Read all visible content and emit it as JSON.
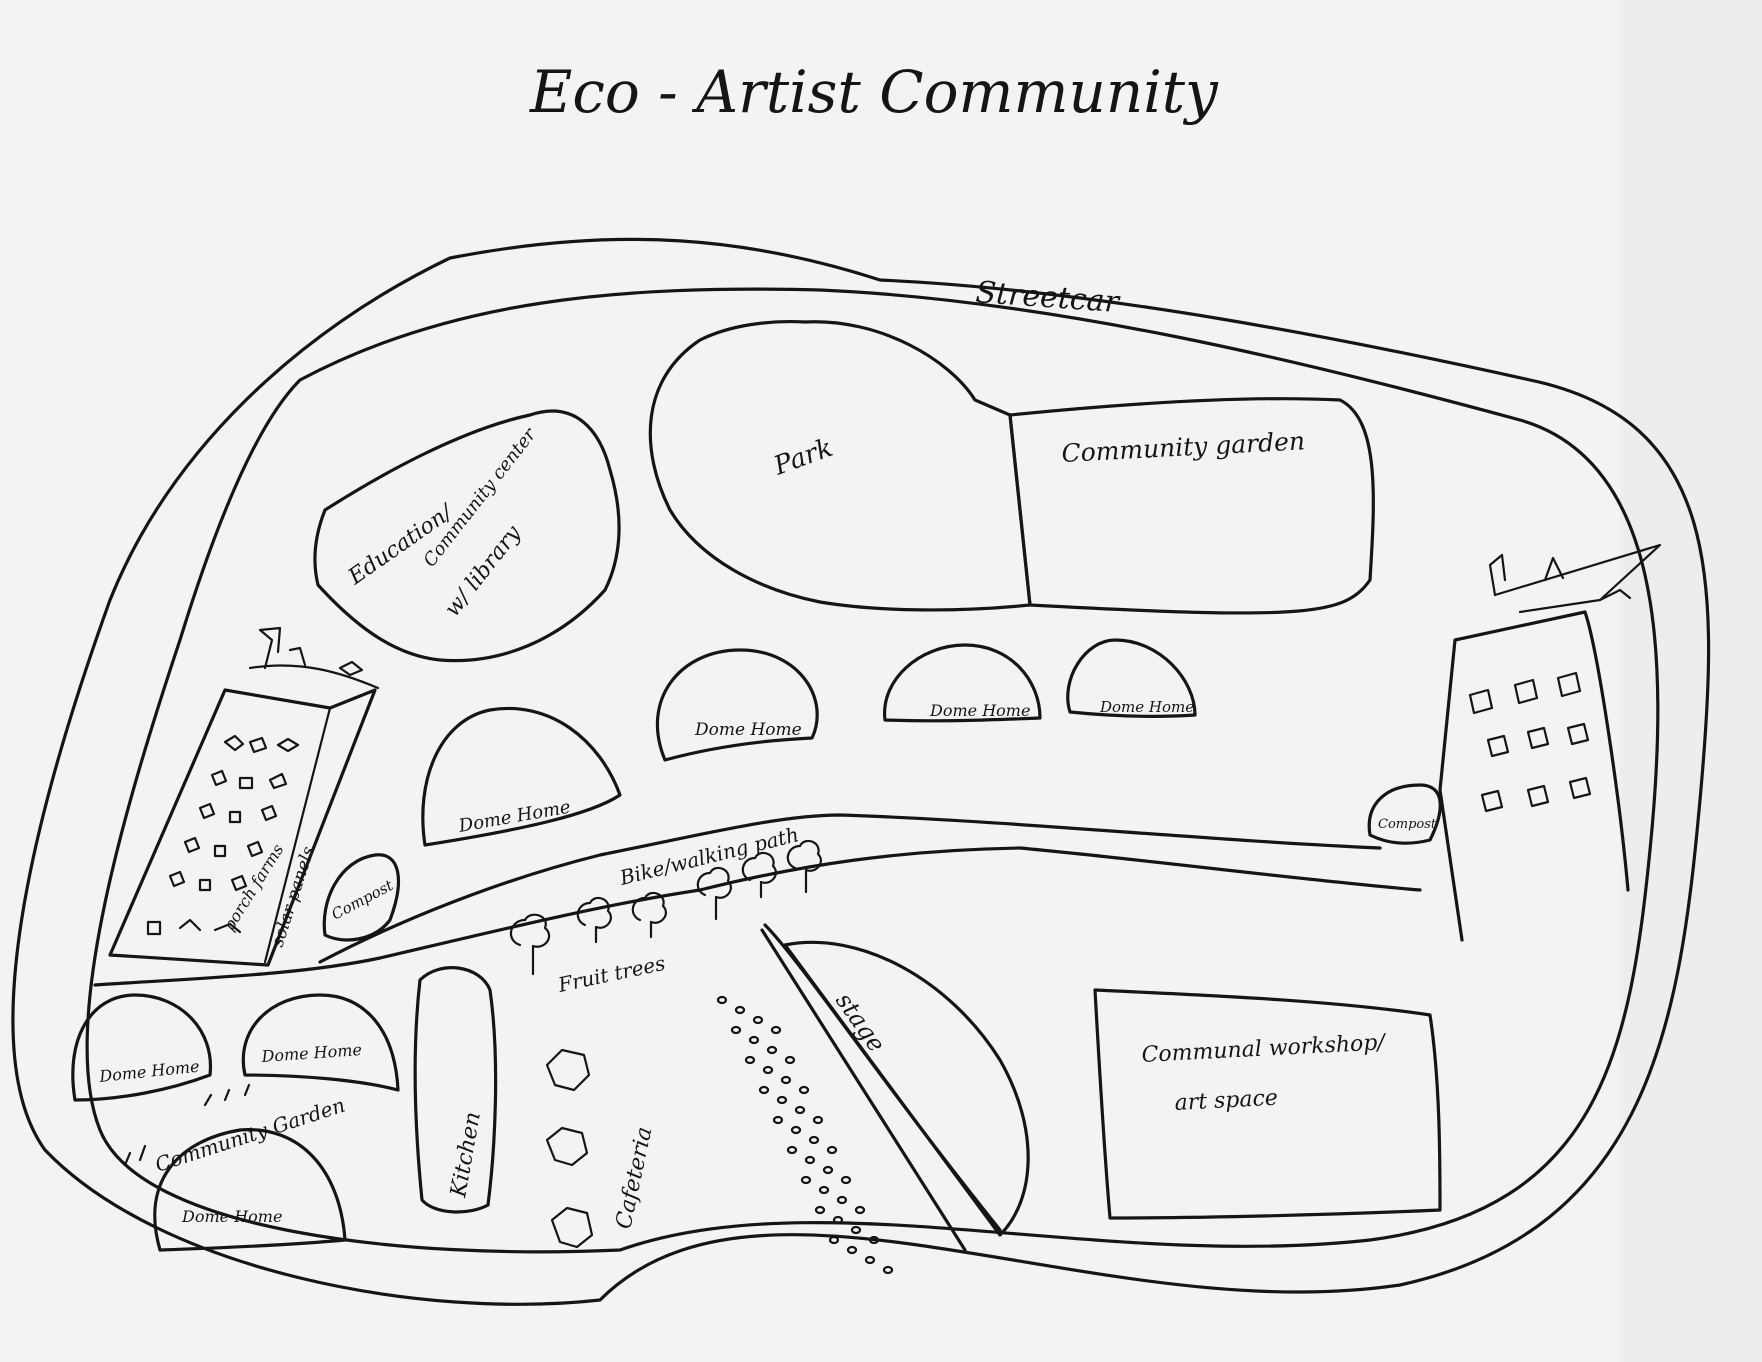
{
  "title": "Eco - Artist Community",
  "labels": {
    "streetcar": "Streetcar",
    "park": "Park",
    "community_garden": "Community garden",
    "education_line1": "Education/",
    "education_line2": "Community center",
    "education_line3": "w/ library",
    "dome_home": "Dome Home",
    "solar_panels": "solar panels",
    "porch_farms": "porch farms",
    "compost": "Compost",
    "bike_walking_path": "Bike/walking path",
    "fruit_trees": "Fruit trees",
    "stage": "stage",
    "kitchen": "Kitchen",
    "cafeteria": "Cafeteria",
    "community_garden_small": "Community Garden",
    "communal_workshop_line1": "Communal workshop/",
    "communal_workshop_line2": "art space"
  },
  "colors": {
    "paper": "#ecedef",
    "ink": "#151515"
  }
}
